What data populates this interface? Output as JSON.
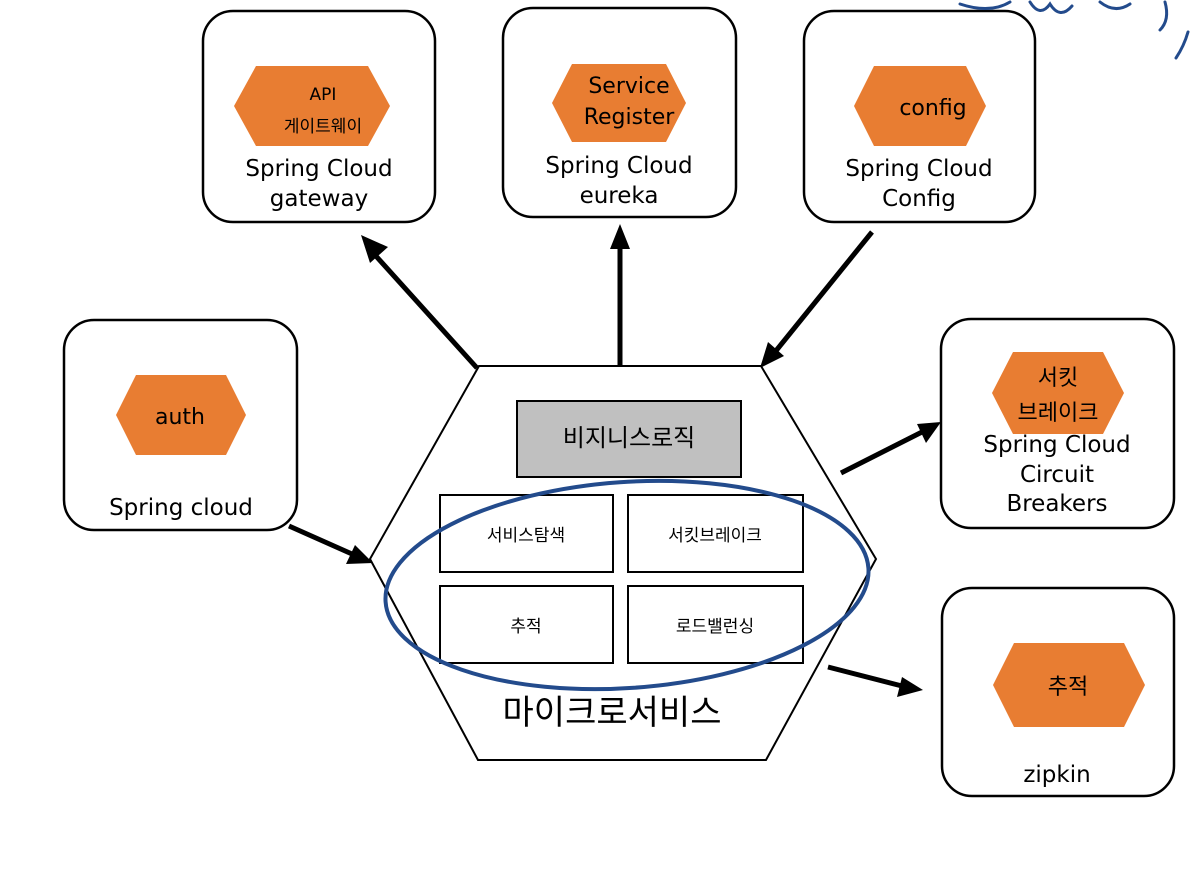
{
  "colors": {
    "hex_fill": "#E87D32",
    "hex_text": "#000000",
    "logic_fill": "#C0C0C0",
    "ellipse_stroke": "#234B8C",
    "stroke": "#000000"
  },
  "center": {
    "business_logic": "비지니스로직",
    "cells": [
      "서비스탐색",
      "서킷브레이크",
      "추적",
      "로드밸런싱"
    ],
    "title": "마이크로서비스"
  },
  "nodes": {
    "gateway": {
      "hex": [
        "API",
        "게이트웨이"
      ],
      "label": [
        "Spring Cloud",
        "gateway"
      ]
    },
    "eureka": {
      "hex": [
        "Service",
        "Register"
      ],
      "label": [
        "Spring Cloud",
        "eureka"
      ]
    },
    "config": {
      "hex": [
        "config"
      ],
      "label": [
        "Spring Cloud",
        "Config"
      ]
    },
    "auth": {
      "hex": [
        "auth"
      ],
      "label": [
        "Spring cloud"
      ]
    },
    "circuit": {
      "hex": [
        "서킷",
        "브레이크"
      ],
      "label": [
        "Spring Cloud",
        "Circuit",
        "Breakers"
      ]
    },
    "zipkin": {
      "hex": [
        "추적"
      ],
      "label": [
        "zipkin"
      ]
    }
  }
}
